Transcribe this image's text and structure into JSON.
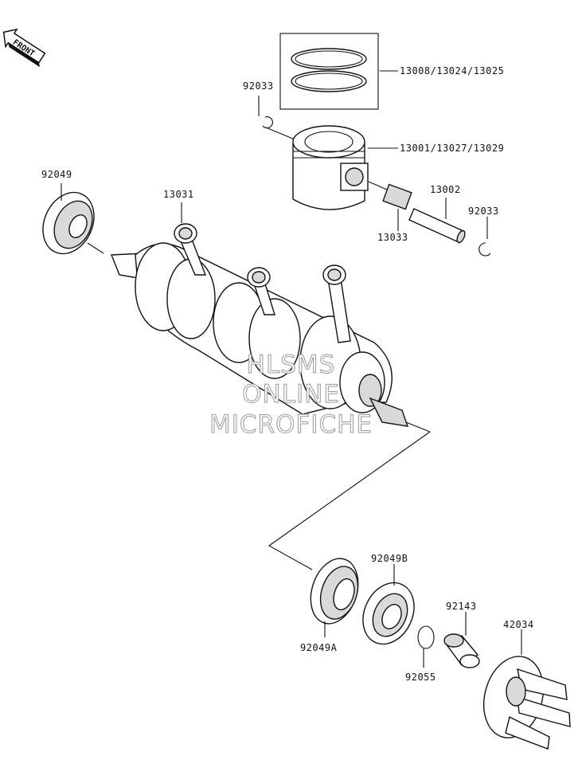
{
  "front_badge": "FRONT",
  "parts": [
    {
      "id": "p1",
      "label": "13008/13024/13025"
    },
    {
      "id": "p2",
      "label": "92033"
    },
    {
      "id": "p3",
      "label": "13001/13027/13029"
    },
    {
      "id": "p4",
      "label": "92049"
    },
    {
      "id": "p5",
      "label": "13031"
    },
    {
      "id": "p6",
      "label": "13002"
    },
    {
      "id": "p7",
      "label": "92033"
    },
    {
      "id": "p8",
      "label": "13033"
    },
    {
      "id": "p9",
      "label": "92049B"
    },
    {
      "id": "p10",
      "label": "92143"
    },
    {
      "id": "p11",
      "label": "42034"
    },
    {
      "id": "p12",
      "label": "92049A"
    },
    {
      "id": "p13",
      "label": "92055"
    }
  ],
  "watermark": [
    "HLSMS",
    "ONLINE",
    "MICROFICHE"
  ]
}
